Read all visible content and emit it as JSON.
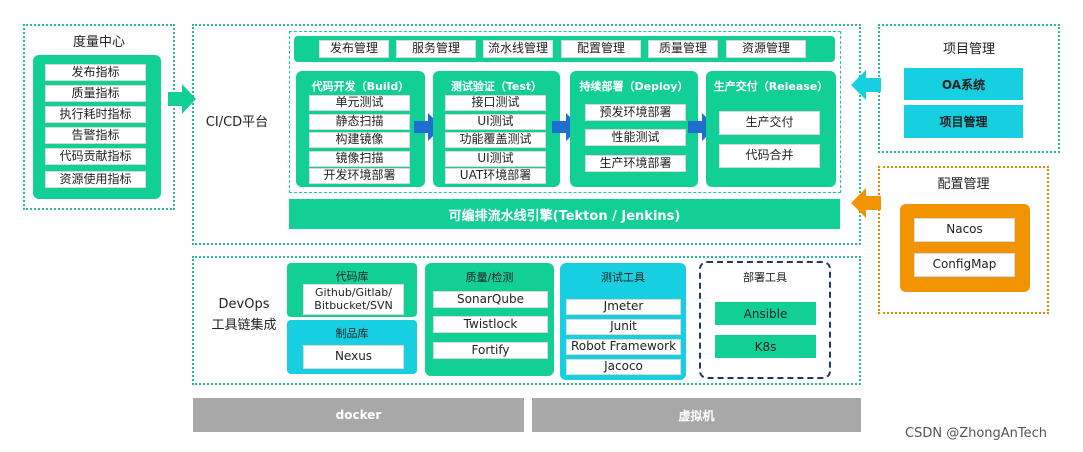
{
  "metrics": {
    "title": "度量中心",
    "items": [
      "发布指标",
      "质量指标",
      "执行耗时指标",
      "告警指标",
      "代码贡献指标",
      "资源使用指标"
    ]
  },
  "cicd": {
    "title": "CI/CD平台",
    "top_nav": [
      "发布管理",
      "服务管理",
      "流水线管理",
      "配置管理",
      "质量管理",
      "资源管理"
    ],
    "stages": [
      {
        "title": "代码开发（Build）",
        "items": [
          "单元测试",
          "静态扫描",
          "构建镜像",
          "镜像扫描",
          "开发环境部署"
        ]
      },
      {
        "title": "测试验证（Test）",
        "items": [
          "接口测试",
          "UI测试",
          "功能覆盖测试",
          "UI测试",
          "UAT环境部署"
        ]
      },
      {
        "title": "持续部署（Deploy）",
        "items": [
          "预发环境部署",
          "性能测试",
          "生产环境部署"
        ]
      },
      {
        "title": "生产交付（Release）",
        "items": [
          "生产交付",
          "代码合并"
        ]
      }
    ],
    "engine": "可编排流水线引擎(Tekton / Jenkins)"
  },
  "project": {
    "title": "项目管理",
    "items": [
      "OA系统",
      "项目管理"
    ]
  },
  "config": {
    "title": "配置管理",
    "items": [
      "Nacos",
      "ConfigMap"
    ]
  },
  "devops": {
    "title_line1": "DevOps",
    "title_line2": "工具链集成",
    "code_repo": {
      "title": "代码库",
      "item": "Github/Gitlab/\nBitbucket/SVN"
    },
    "artifact": {
      "title": "制品库",
      "item": "Nexus"
    },
    "quality": {
      "title": "质量/检测",
      "items": [
        "SonarQube",
        "Twistlock",
        "Fortify"
      ]
    },
    "test_tools": {
      "title": "测试工具",
      "items": [
        "Jmeter",
        "Junit",
        "Robot Framework",
        "Jacoco"
      ]
    },
    "deploy_tools": {
      "title": "部署工具",
      "items": [
        "Ansible",
        "K8s"
      ]
    }
  },
  "infra": [
    "docker",
    "虚拟机"
  ],
  "watermark": "CSDN @ZhongAnTech",
  "colors": {
    "green": "#12cf96",
    "cyan": "#16cfe0",
    "orange": "#f29400",
    "blue_arrow": "#1e6fd0",
    "gray": "#a8a8a8"
  }
}
